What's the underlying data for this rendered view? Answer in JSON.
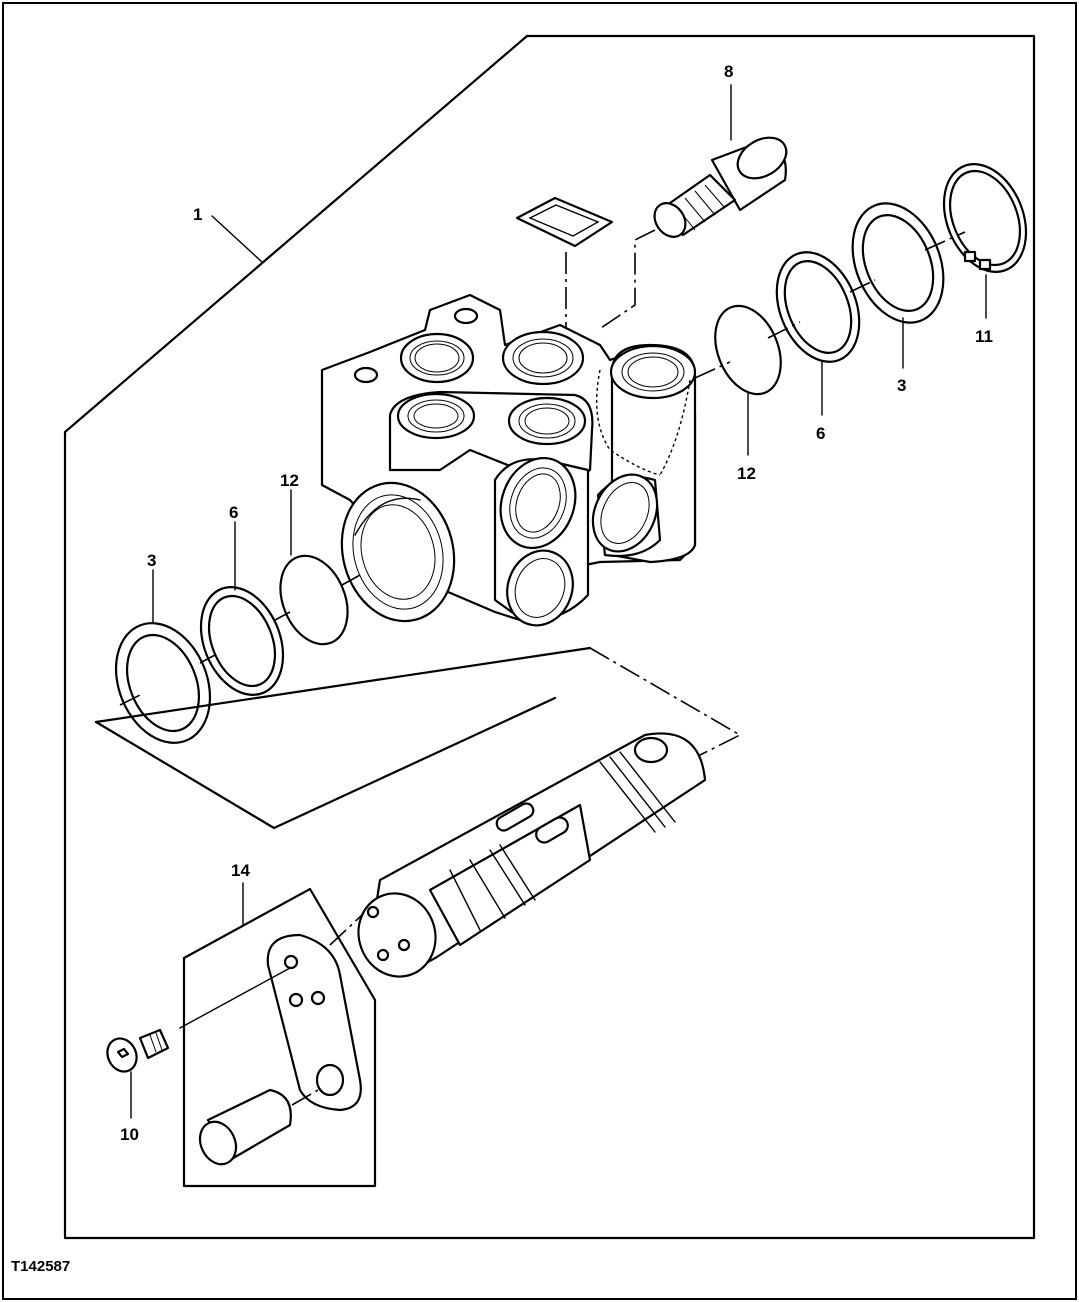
{
  "figure_id": "T142587",
  "callouts": {
    "c1": "1",
    "c3_left": "3",
    "c3_right": "3",
    "c6_left": "6",
    "c6_right": "6",
    "c8": "8",
    "c10": "10",
    "c11": "11",
    "c12_left": "12",
    "c12_right": "12",
    "c14": "14"
  }
}
